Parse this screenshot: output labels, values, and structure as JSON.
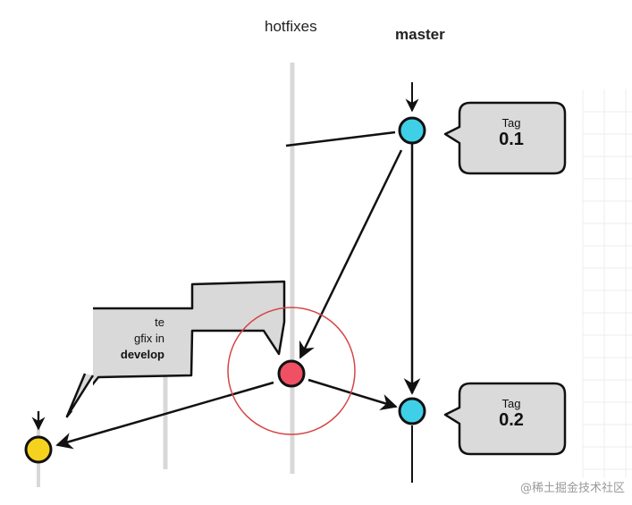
{
  "branches": {
    "hotfixes": "hotfixes",
    "master": "master"
  },
  "tags": [
    {
      "title": "Tag",
      "version": "0.1"
    },
    {
      "title": "Tag",
      "version": "0.2"
    }
  ],
  "note": {
    "line1": "te",
    "line2": "gfix in",
    "line3": "develop"
  },
  "watermark": "@稀土掘金技术社区",
  "colors": {
    "master_commit": "#3fd0e8",
    "hotfix_commit": "#ef5063",
    "develop_commit": "#f5d21e",
    "highlight_ring": "#d64545",
    "callout_fill": "#d9d9d9",
    "branch_line": "#d8d8d8"
  }
}
